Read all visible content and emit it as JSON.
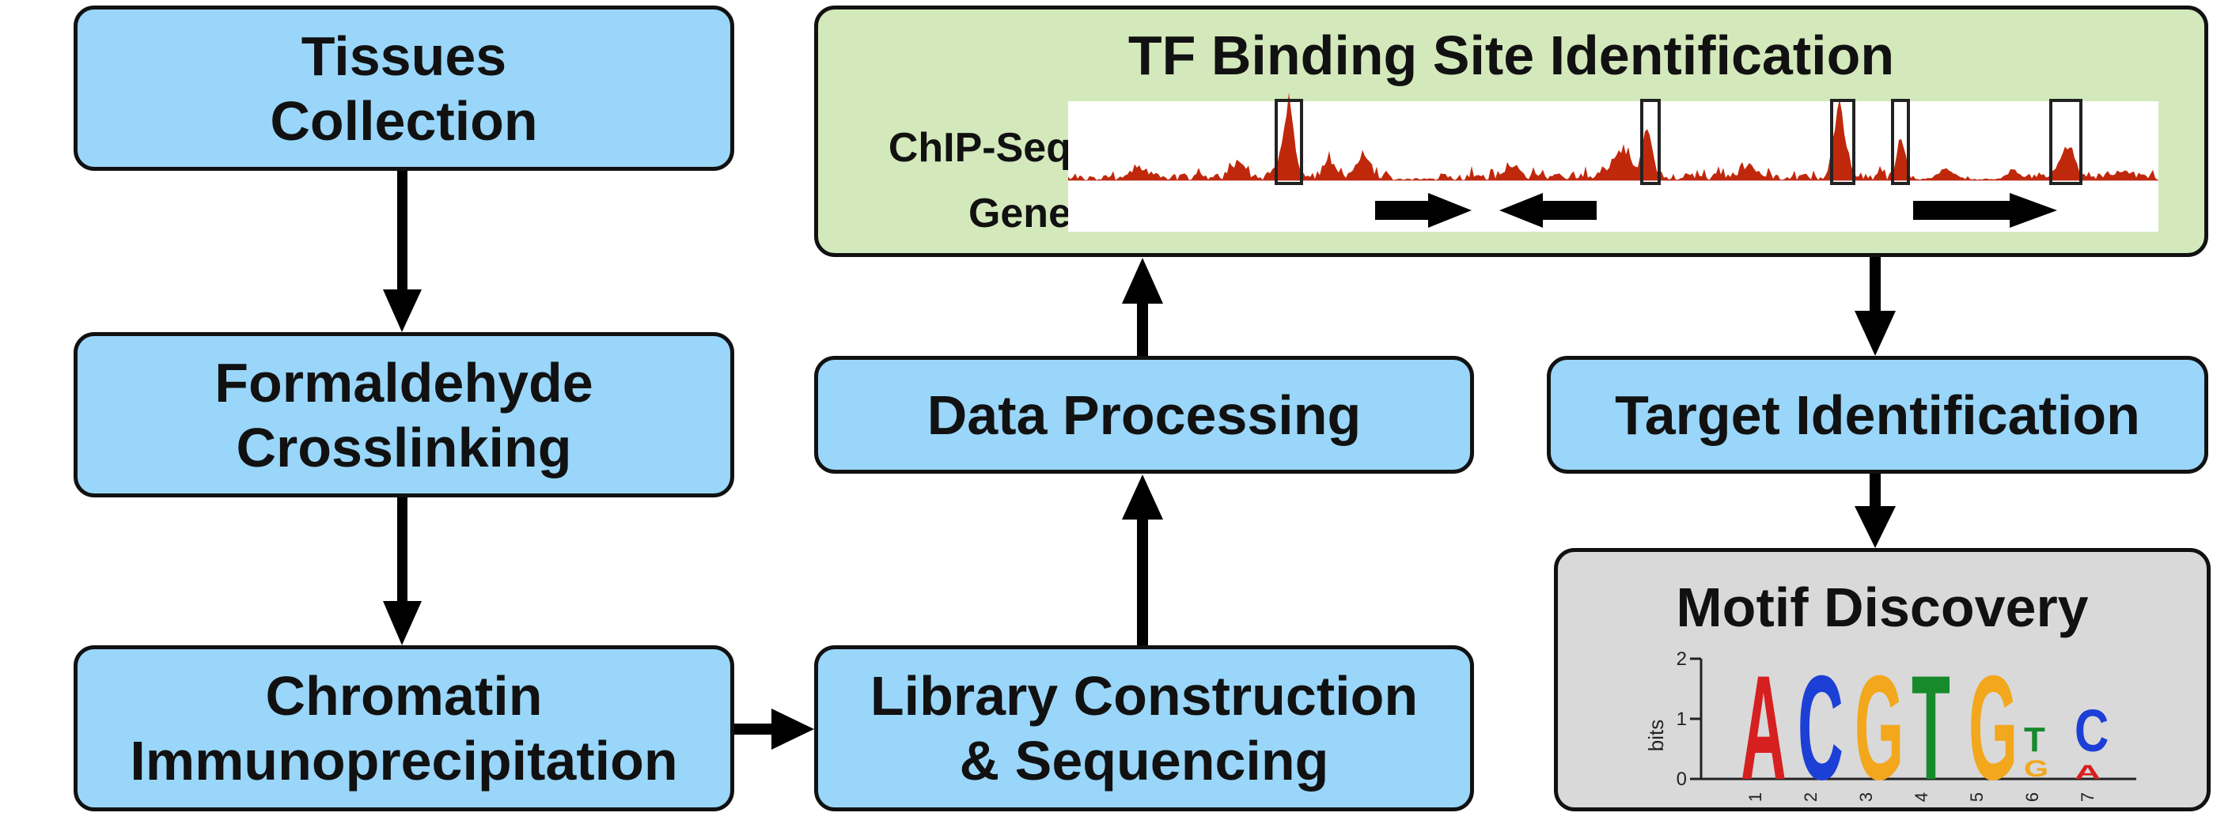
{
  "steps": {
    "tissues": [
      "Tissues",
      "Collection"
    ],
    "crosslink": [
      "Formaldehyde",
      "Crosslinking"
    ],
    "chip": [
      "Chromatin",
      "Immunoprecipitation"
    ],
    "library": [
      "Library Construction",
      "& Sequencing"
    ],
    "processing": [
      "Data Processing"
    ],
    "target": [
      "Target Identification"
    ]
  },
  "tfbs": {
    "title": "TF Binding Site Identification",
    "track_chip": "ChIP-Seq",
    "track_gene": "Gene",
    "chip_color": "#c0280c"
  },
  "motif": {
    "title": "Motif Discovery",
    "axis_label": "bits",
    "y_ticks": [
      "2",
      "1",
      "0"
    ],
    "x_ticks": [
      "1",
      "2",
      "3",
      "4",
      "5",
      "6",
      "7"
    ],
    "colors": {
      "A": "#d62020",
      "C": "#1c3fd6",
      "G": "#f2a71c",
      "T": "#178a2c"
    },
    "letters": [
      "A",
      "C",
      "G",
      "T",
      "G",
      "T",
      "C",
      "G",
      "A"
    ]
  },
  "colors": {
    "process_box": "#99d6f9",
    "result_box": "#d3e9bb",
    "motif_box": "#d9d9d9",
    "arrow": "#000000"
  }
}
